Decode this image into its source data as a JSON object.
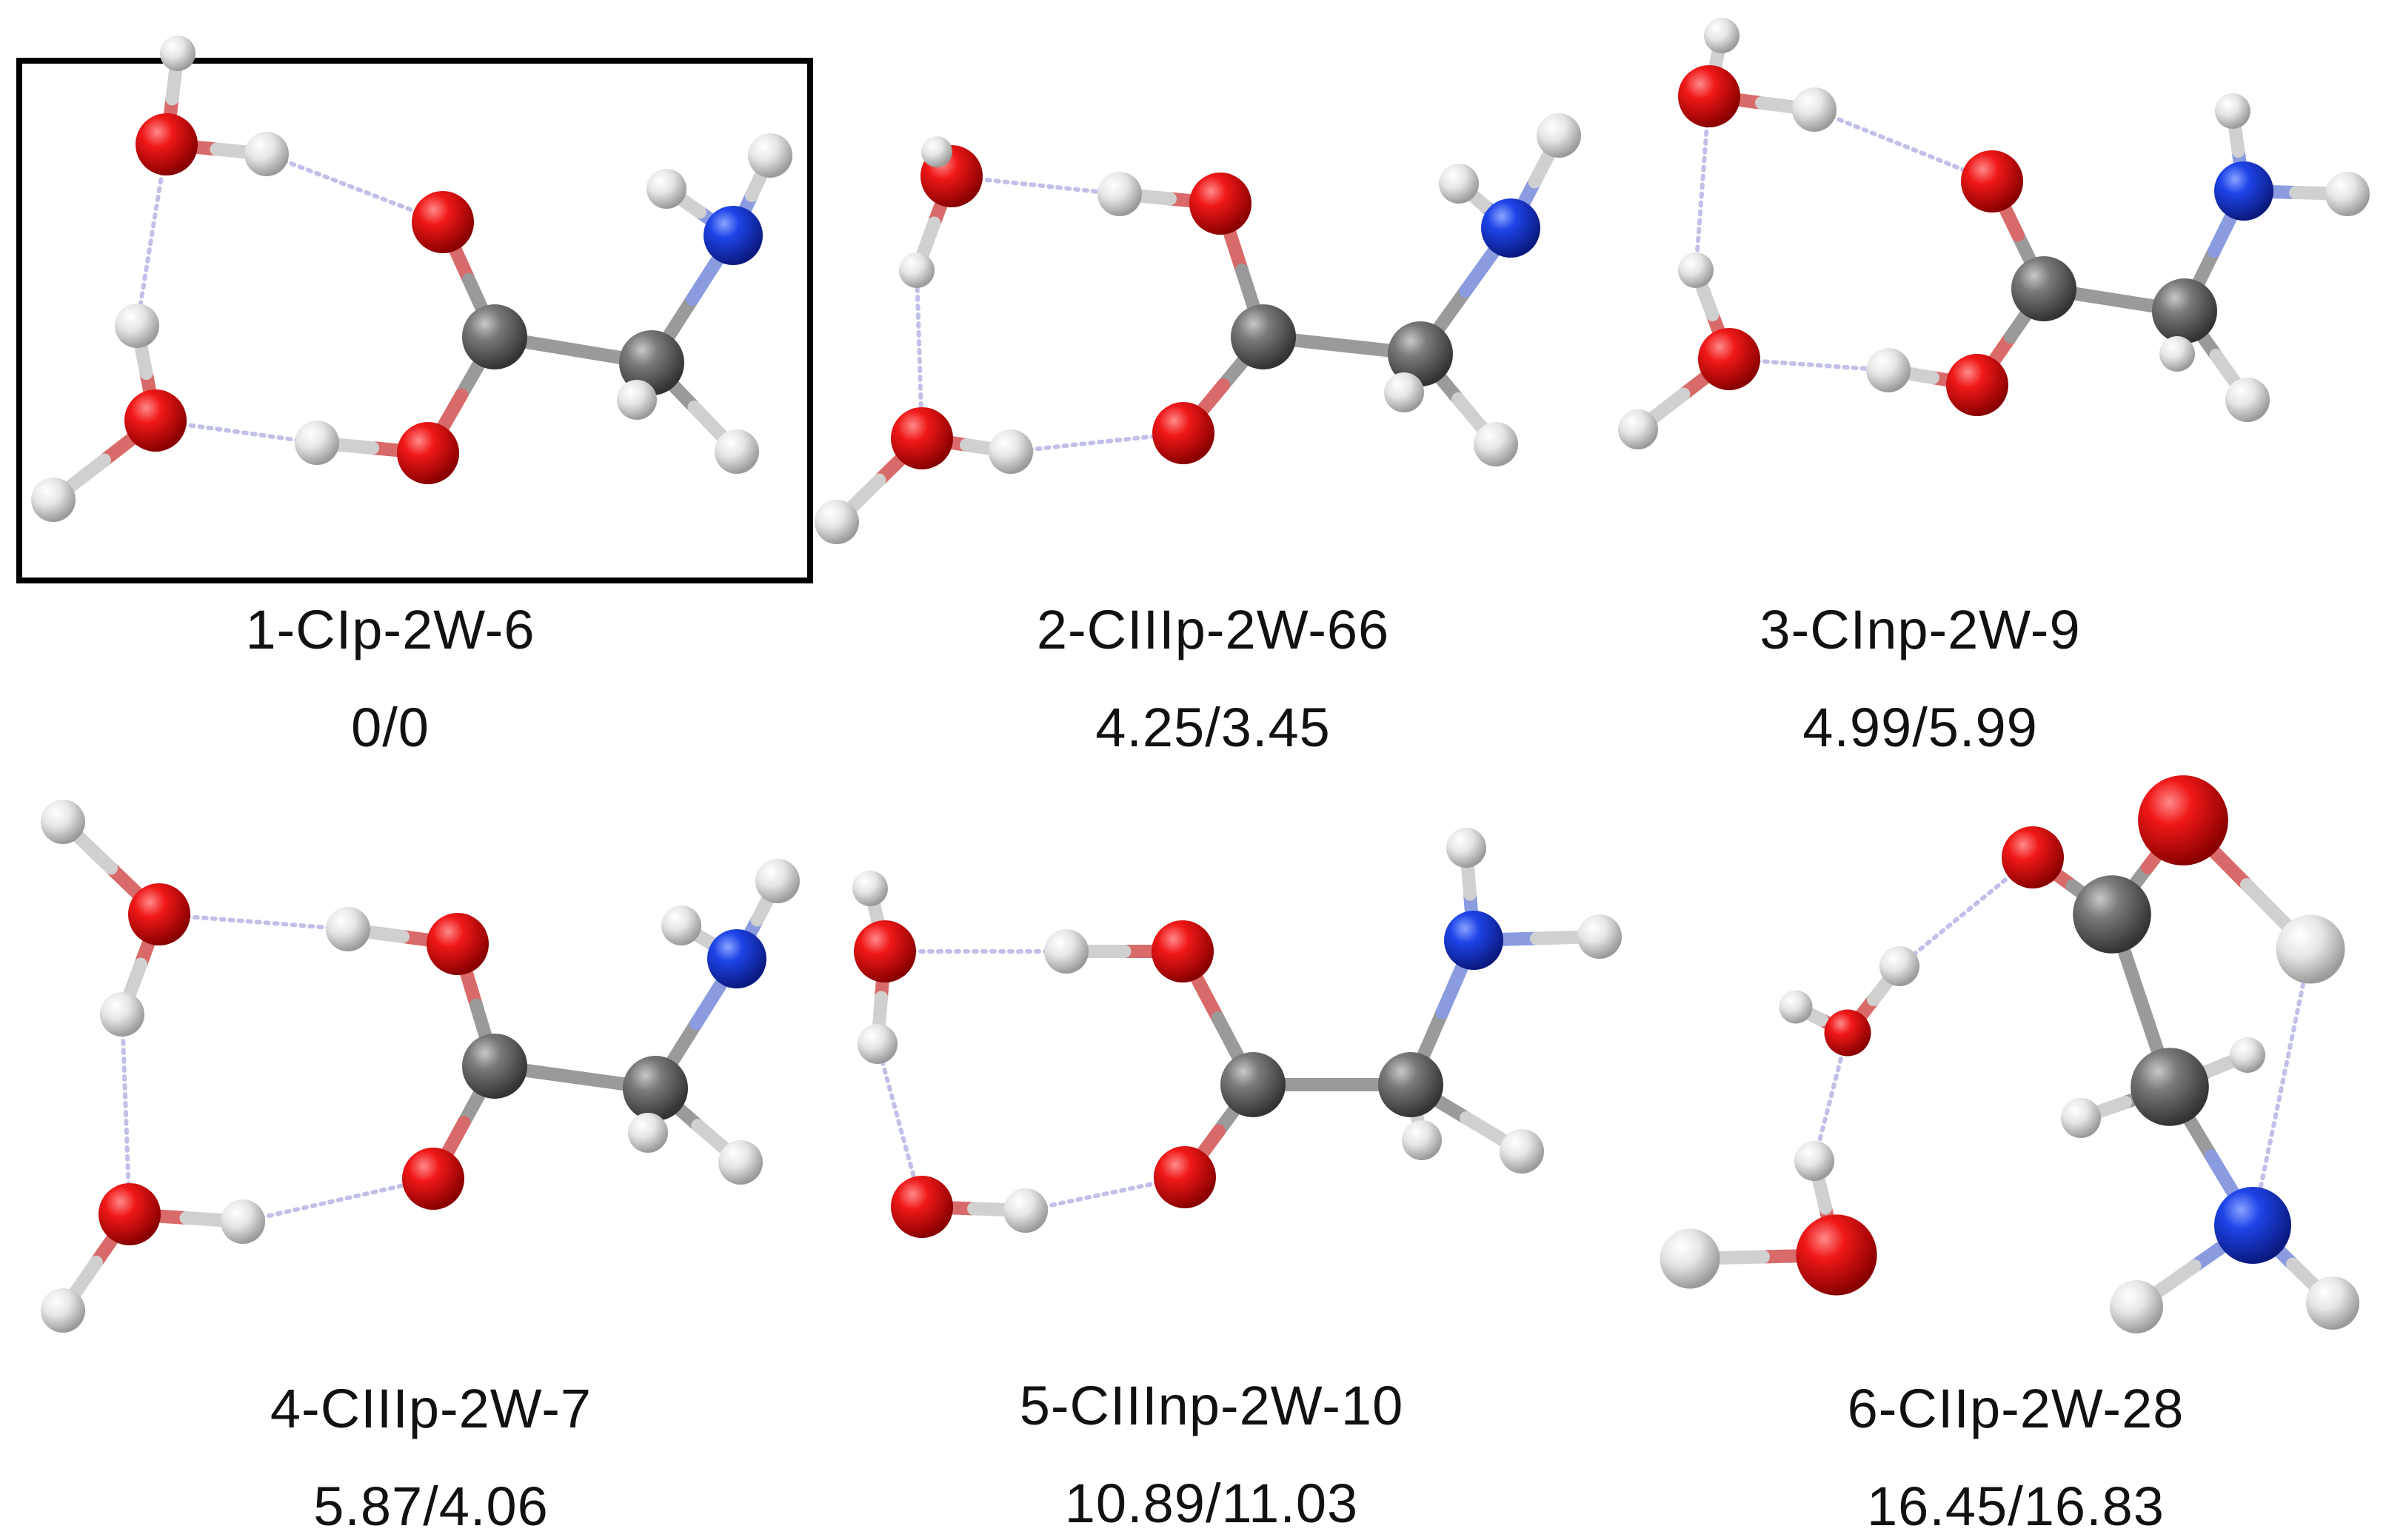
{
  "conformers": [
    {
      "label": "1-CIp-2W-6",
      "energy": "0/0",
      "highlighted": true
    },
    {
      "label": "2-CIIIp-2W-66",
      "energy": "4.25/3.45",
      "highlighted": false
    },
    {
      "label": "3-CInp-2W-9",
      "energy": "4.99/5.99",
      "highlighted": false
    },
    {
      "label": "4-CIIIp-2W-7",
      "energy": "5.87/4.06",
      "highlighted": false
    },
    {
      "label": "5-CIIInp-2W-10",
      "energy": "10.89/11.03",
      "highlighted": false
    },
    {
      "label": "6-CIIp-2W-28",
      "energy": "16.45/16.83",
      "highlighted": false
    }
  ],
  "colors": {
    "oxygen": "#e01010",
    "nitrogen": "#1a3fe0",
    "carbon": "#6e6e6e",
    "hydrogen": "#d8d8d8",
    "hbond": "#c0c0e8",
    "frame": "#000000"
  }
}
